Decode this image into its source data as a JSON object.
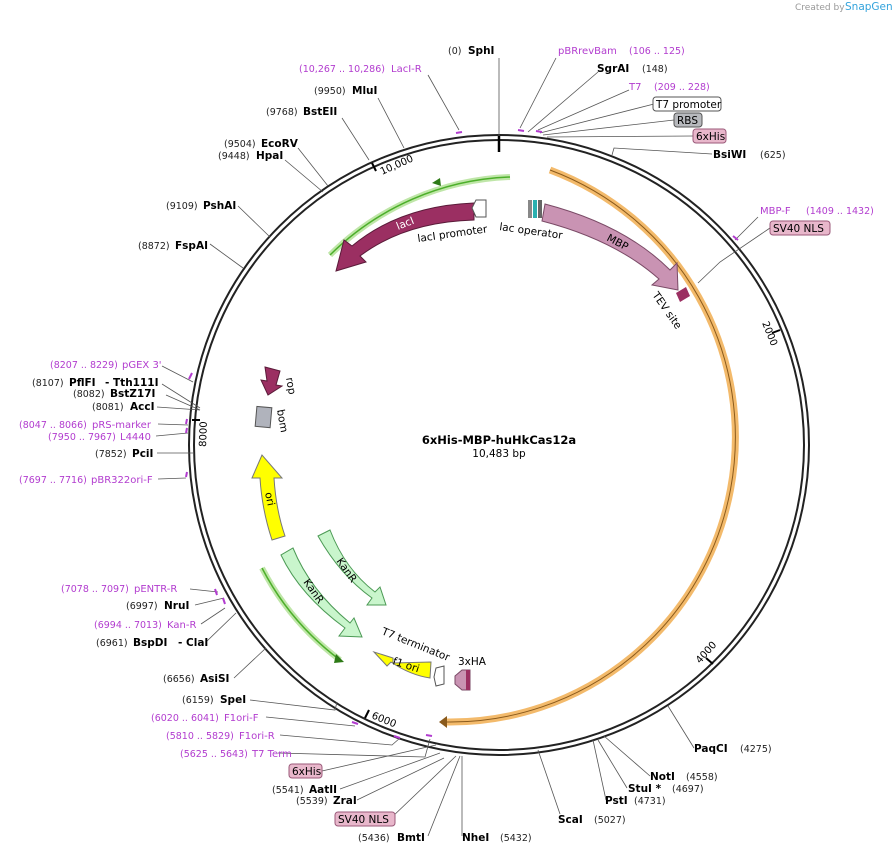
{
  "credit": {
    "created_by": "Created by",
    "brand": "SnapGene"
  },
  "plasmid": {
    "name": "6xHis-MBP-huHkCas12a",
    "size": "10,483 bp"
  },
  "ticks": [
    "10,000",
    "2000",
    "4000",
    "6000",
    "8000"
  ],
  "enzymes": [
    {
      "name": "SphI",
      "pos": "(0)"
    },
    {
      "name": "SgrAI",
      "pos": "(148)"
    },
    {
      "name": "BsiWI",
      "pos": "(625)"
    },
    {
      "name": "PaqCI",
      "pos": "(4275)"
    },
    {
      "name": "NotI",
      "pos": "(4558)"
    },
    {
      "name": "StuI *",
      "pos": "(4697)"
    },
    {
      "name": "PstI",
      "pos": "(4731)"
    },
    {
      "name": "ScaI",
      "pos": "(5027)"
    },
    {
      "name": "NheI",
      "pos": "(5432)"
    },
    {
      "name": "BmtI",
      "pos": "(5436)"
    },
    {
      "name": "ZraI",
      "pos": "(5539)"
    },
    {
      "name": "AatII",
      "pos": "(5541)"
    },
    {
      "name": "SpeI",
      "pos": "(6159)"
    },
    {
      "name": "AsiSI",
      "pos": "(6656)"
    },
    {
      "name": "BspDI",
      "pos": "(6961)",
      "alt": "- ClaI"
    },
    {
      "name": "NruI",
      "pos": "(6997)"
    },
    {
      "name": "PciI",
      "pos": "(7852)"
    },
    {
      "name": "AccI",
      "pos": "(8081)"
    },
    {
      "name": "BstZ17I",
      "pos": "(8082)"
    },
    {
      "name": "PflFI",
      "pos": "(8107)",
      "alt": "- Tth111I"
    },
    {
      "name": "FspAI",
      "pos": "(8872)"
    },
    {
      "name": "PshAI",
      "pos": "(9109)"
    },
    {
      "name": "HpaI",
      "pos": "(9448)"
    },
    {
      "name": "EcoRV",
      "pos": "(9504)"
    },
    {
      "name": "BstEII",
      "pos": "(9768)"
    },
    {
      "name": "MluI",
      "pos": "(9950)"
    }
  ],
  "primers": [
    {
      "name": "pBRrevBam",
      "range": "(106 .. 125)"
    },
    {
      "name": "T7",
      "range": "(209 .. 228)"
    },
    {
      "name": "LacI-R",
      "range": "(10,267 .. 10,286)"
    },
    {
      "name": "MBP-F",
      "range": "(1409 .. 1432)"
    },
    {
      "name": "pGEX 3'",
      "range": "(8207 .. 8229)"
    },
    {
      "name": "pRS-marker",
      "range": "(8047 .. 8066)"
    },
    {
      "name": "L4440",
      "range": "(7950 .. 7967)"
    },
    {
      "name": "pBR322ori-F",
      "range": "(7697 .. 7716)"
    },
    {
      "name": "pENTR-R",
      "range": "(7078 .. 7097)"
    },
    {
      "name": "Kan-R",
      "range": "(6994 .. 7013)"
    },
    {
      "name": "F1ori-F",
      "range": "(6020 .. 6041)"
    },
    {
      "name": "F1ori-R",
      "range": "(5810 .. 5829)"
    },
    {
      "name": "T7 Term",
      "range": "(5625 .. 5643)"
    }
  ],
  "boxed_features": [
    "T7 promoter",
    "RBS",
    "6xHis",
    "SV40 NLS",
    "6xHis",
    "SV40 NLS"
  ],
  "features": {
    "lacI": "lacI",
    "lacI_promoter": "lacI promoter",
    "lac_operator": "lac operator",
    "MBP": "MBP",
    "TEV_site": "TEV site",
    "rop": "rop",
    "bom": "bom",
    "ori": "ori",
    "KanR_inner": "KanR",
    "KanR_outer": "KanR",
    "T7_terminator": "T7 terminator",
    "f1_ori": "f1 ori",
    "3xHA": "3xHA"
  },
  "colors": {
    "primer": "#b23ccf",
    "lacI": "#9b2f62",
    "MBP": "#c993b3",
    "ori": "#ffff00",
    "KanR": "#c9f5cc",
    "cas12a_orf": "#f2b25b",
    "green_orf": "#4caf2a"
  }
}
